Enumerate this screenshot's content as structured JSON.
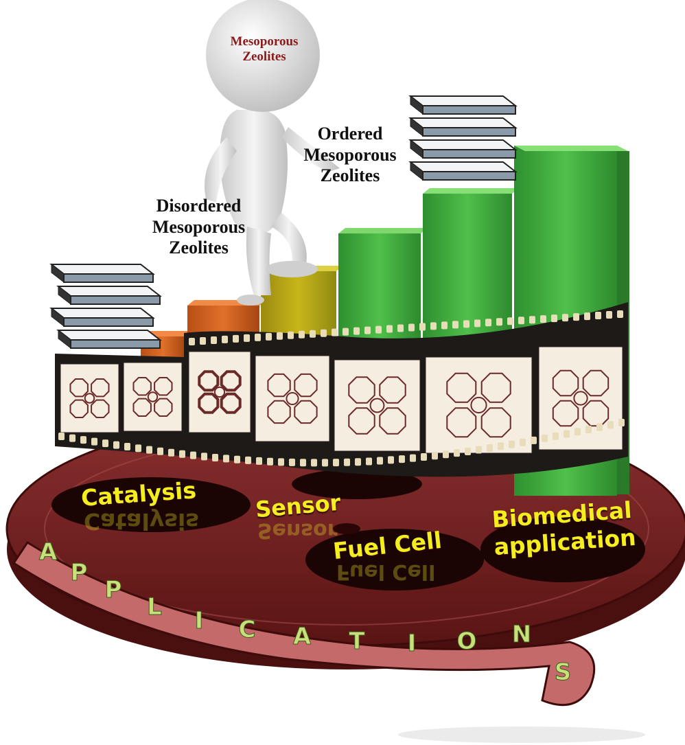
{
  "figure": {
    "figure_head_label": [
      "Mesoporous",
      "Zeolites"
    ],
    "stage_labels": {
      "disordered": [
        "Disordered",
        "Mesoporous",
        "Zeolites"
      ],
      "ordered": [
        "Ordered",
        "Mesoporous",
        "Zeolites"
      ]
    },
    "applications": [
      "Catalysis",
      "Sensor",
      "Fuel Cell",
      "Biomedical",
      "application"
    ],
    "film_strip_letters": [
      "A",
      "P",
      "P",
      "L",
      "I",
      "C",
      "A",
      "T",
      "I",
      "O",
      "N",
      "S"
    ],
    "colors": {
      "reel": "#7a2626",
      "reel_dark": "#3e0b0b",
      "bar_orange": "#d9651c",
      "bar_green": "#3aa33a",
      "app_text": "#f4ee1f",
      "strip_text": "#c8e07a",
      "film": "#1d1a17",
      "frame_bg": "#f5ede0",
      "zeolite_line": "#6b2a2a"
    }
  }
}
